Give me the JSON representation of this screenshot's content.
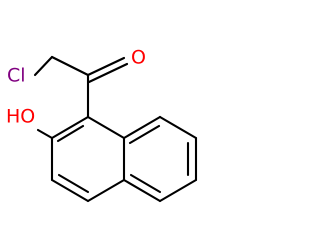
{
  "molecule": {
    "atoms": {
      "oxygen_ketone": "O",
      "chlorine": "Cl",
      "hydroxyl": "HO"
    },
    "colors": {
      "bond": "#000000",
      "oxygen": "#ff0000",
      "chlorine": "#800080",
      "background": "#ffffff"
    }
  }
}
